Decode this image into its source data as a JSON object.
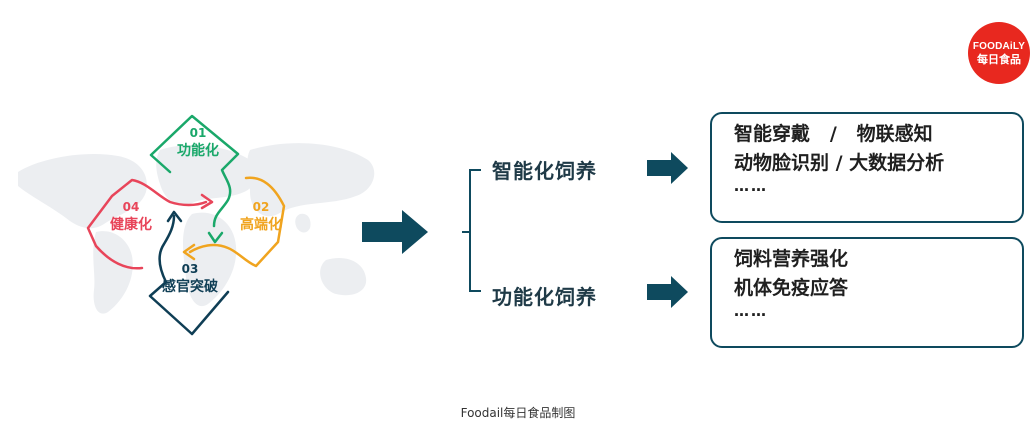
{
  "logo": {
    "en": "FOODAiLY",
    "cn": "每日食品",
    "color": "#e8281f"
  },
  "cycle": [
    {
      "num": "01",
      "name": "功能化",
      "color": "#1aa86a"
    },
    {
      "num": "02",
      "name": "高端化",
      "color": "#f0a41f"
    },
    {
      "num": "03",
      "name": "感官突破",
      "color": "#0f3e55"
    },
    {
      "num": "04",
      "name": "健康化",
      "color": "#e8455a"
    }
  ],
  "branches": [
    {
      "label": "智能化饲养",
      "lines": [
        "智能穿戴   /   物联感知",
        "动物脸识别 / 大数据分析"
      ],
      "more": "……"
    },
    {
      "label": "功能化饲养",
      "lines": [
        "饲料营养强化",
        "机体免疫应答"
      ],
      "more": "……"
    }
  ],
  "caption": "Foodail每日食品制图",
  "colors": {
    "arrow": "#0e4a5e",
    "map": "#eceef1"
  }
}
